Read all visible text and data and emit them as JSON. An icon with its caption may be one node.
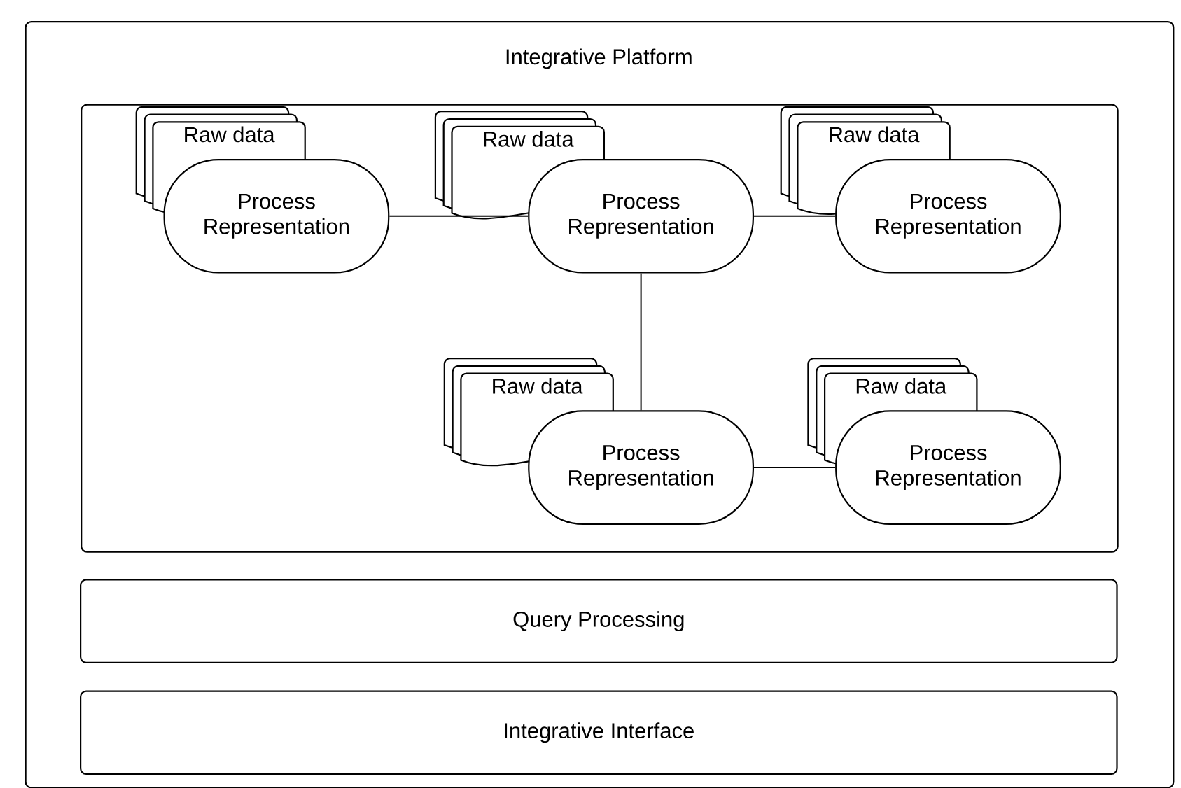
{
  "diagram": {
    "nodes": [
      {
        "text": [
          "Integrative Platform"
        ]
      },
      {
        "text": [],
        "shape": "box",
        "in": 0
      },
      {
        "text": [
          "Raw data"
        ],
        "in": 1
      },
      {
        "text": [
          "Process Representation"
        ],
        "in": 1
      },
      {
        "text": [
          "Raw data"
        ],
        "in": 1
      },
      {
        "text": [
          "Process Representation"
        ],
        "in": 1
      },
      {
        "text": [
          "Raw data"
        ],
        "in": 1
      },
      {
        "text": [
          "Process Representation"
        ],
        "in": 1
      },
      {
        "text": [
          "Raw data"
        ],
        "in": 1
      },
      {
        "text": [
          "Process Representation"
        ],
        "in": 1
      },
      {
        "text": [
          "Raw data"
        ],
        "in": 1
      },
      {
        "text": [
          "Process Representation"
        ],
        "in": 1
      },
      {
        "text": [
          "Query Processing"
        ],
        "in": 0
      },
      {
        "text": [
          "Integrative Interface"
        ],
        "in": 0
      }
    ],
    "edges": [
      {
        "from": 3,
        "to": 5,
        "arrow": "none"
      },
      {
        "from": 5,
        "to": 7,
        "arrow": "none"
      },
      {
        "from": 5,
        "to": 9,
        "arrow": "none"
      },
      {
        "from": 9,
        "to": 11,
        "arrow": "none"
      }
    ]
  }
}
